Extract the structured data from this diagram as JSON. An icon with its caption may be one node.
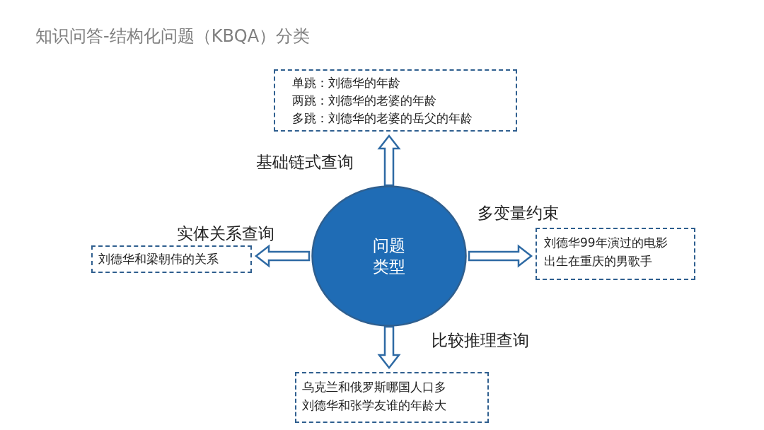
{
  "diagram": {
    "title": "知识问答-结构化问题（KBQA）分类",
    "nodes": [
      {
        "text": [
          "问题类型"
        ]
      },
      {
        "text": [
          "单跳：刘德华的年龄",
          "两跳：刘德华的老婆的年龄",
          "多跳：刘德华的老婆的岳父的年龄"
        ]
      },
      {
        "text": [
          "刘德华和梁朝伟的关系"
        ]
      },
      {
        "text": [
          "刘德华99年演过的电影",
          "出生在重庆的男歌手"
        ]
      },
      {
        "text": [
          "乌克兰和俄罗斯哪国人口多",
          "刘德华和张学友谁的年龄大"
        ]
      }
    ],
    "edges": [
      {
        "from": 0,
        "to": 1,
        "arrow": "to",
        "label": "基础链式查询"
      },
      {
        "from": 0,
        "to": 2,
        "arrow": "to",
        "label": "实体关系查询"
      },
      {
        "from": 0,
        "to": 3,
        "arrow": "to",
        "label": "多变量约束"
      },
      {
        "from": 0,
        "to": 4,
        "arrow": "to",
        "label": "比较推理查询"
      }
    ]
  }
}
